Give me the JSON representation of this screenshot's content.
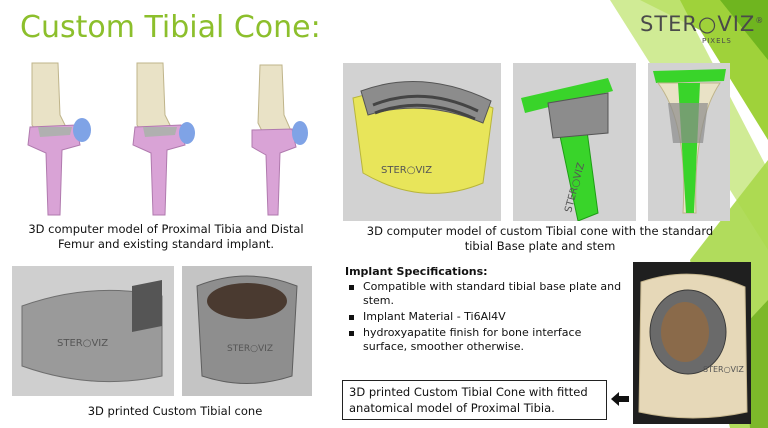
{
  "slide": {
    "title": "Custom Tibial Cone:",
    "logo": {
      "word": "STER○VIZ",
      "sub": "PIXELS",
      "reg": "®"
    },
    "captions": {
      "top_left_line1": "3D computer model of Proximal Tibia and Distal",
      "top_left_line2": "Femur and existing standard implant.",
      "top_right_line1": "3D computer model of custom Tibial cone with the standard",
      "top_right_line2": "tibial Base plate and stem",
      "bottom_left": "3D printed Custom Tibial cone"
    },
    "specs": {
      "heading": "Implant Specifications:",
      "items": [
        "Compatible with standard tibial base plate and stem.",
        "Implant Material - Ti6Al4V",
        "hydroxyapatite finish for bone interface surface, smoother otherwise."
      ]
    },
    "callout": {
      "line1": "3D printed Custom Tibial Cone with fitted",
      "line2": "anatomical model of Proximal Tibia."
    },
    "watermark": "STER○VIZ",
    "colors": {
      "title": "#8cbf2c",
      "green_light": "#a8d84a",
      "green_dark": "#7cb82a",
      "bone_pink": "#d9a3d6",
      "bone_cream": "#e9e2c6",
      "implant_blue": "#7fa3e6",
      "yellow": "#e8e55a",
      "stem_green": "#39d42a"
    }
  }
}
